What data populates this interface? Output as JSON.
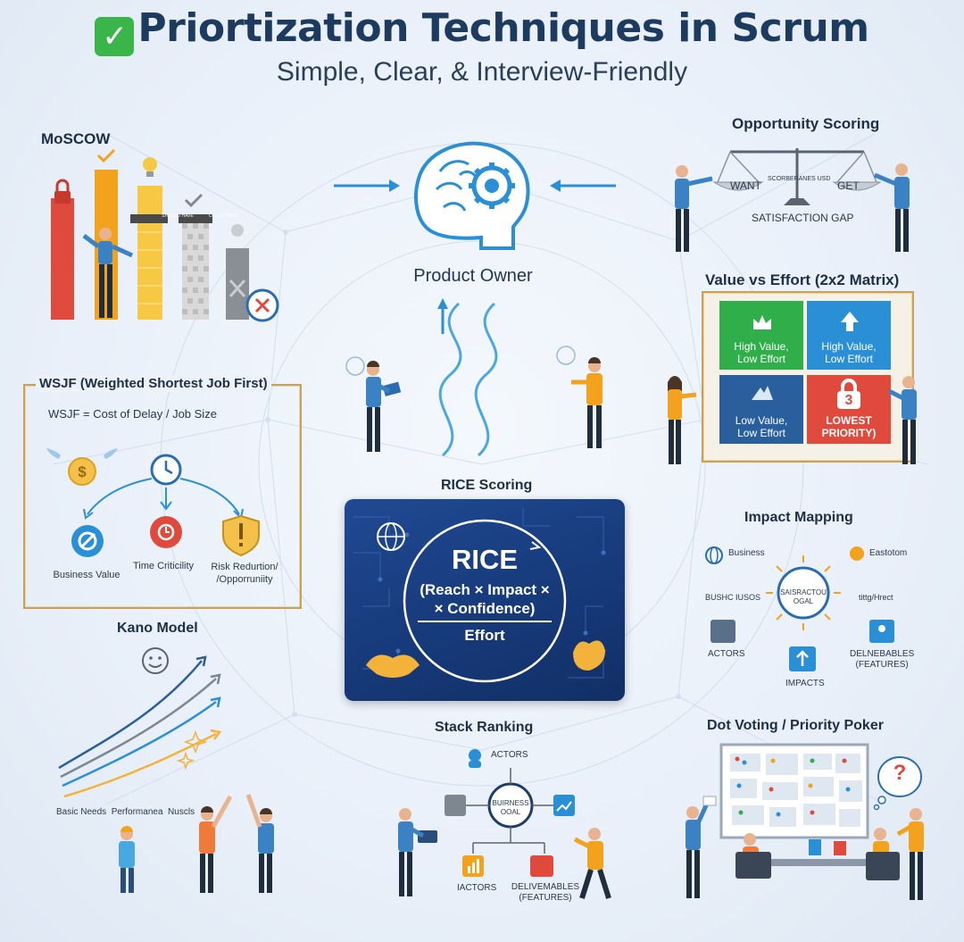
{
  "header": {
    "title": "Priortization Techniques in Scrum",
    "check_glyph": "✓",
    "subtitle": "Simple, Clear, & Interview-Friendly"
  },
  "colors": {
    "title": "#1d3b5e",
    "green": "#2fae4a",
    "blue": "#2b8fd6",
    "red": "#e04a3c",
    "orange": "#f3a21e",
    "gold_frame": "#c9a159",
    "rice_bg": "#1a4185"
  },
  "moscow": {
    "title": "MoSCOW",
    "bar_labels": [
      "SHOULD HAVE",
      "COULD HAVE"
    ]
  },
  "center": {
    "product_owner": "Product Owner"
  },
  "opportunity": {
    "title": "Opportunity Scoring",
    "left_label": "WANT",
    "mid_label": "SCORBERANES USD",
    "right_label": "GET",
    "caption": "SATISFACTION GAP"
  },
  "matrix": {
    "title": "Value vs Effort (2x2 Matrix)",
    "cells": [
      {
        "label": "High Value,\nLow Effort",
        "icon": "crown-icon"
      },
      {
        "label": "High Value,\nLow Effort",
        "icon": "arrow-up-icon"
      },
      {
        "label": "Low Value,\nLow Effort",
        "icon": "mountain-icon"
      },
      {
        "label": "LOWEST\nPRIORITY)",
        "icon": "lock-icon",
        "badge": "3"
      }
    ]
  },
  "wsjf": {
    "title": "WSJF (Weighted Shortest Job First)",
    "formula": "WSJF = Cost of Delay / Job Size",
    "items": [
      "Business Value",
      "Time Criticility",
      "Risk Redurtion/\n/Opporruniity"
    ]
  },
  "rice": {
    "title": "RICE Scoring",
    "heading": "RICE",
    "numerator": "(Reach × Impact ×\n× Confidence)",
    "denominator": "Effort"
  },
  "impact": {
    "title": "Impact Mapping",
    "center": "SAISRACTOU\nOGAL",
    "nodes": [
      "Business",
      "Eastotom",
      "BUSHC IUSOS",
      "tittg/Hrect",
      "ACTORS",
      "DELNEBABLES\n(FEATURES)",
      "IMPACTS"
    ]
  },
  "kano": {
    "title": "Kano Model",
    "axis_text": "Basic Needs  Performanea  Nuscls"
  },
  "stack": {
    "title": "Stack Ranking",
    "top": "ACTORS",
    "center": "BUIRNESS\nOOAL",
    "bottom_left": "IACTORS",
    "bottom_right": "DELIVEMABLES\n(FEATURES)"
  },
  "dot": {
    "title": "Dot Voting / Priority Poker",
    "bubble": "?"
  }
}
